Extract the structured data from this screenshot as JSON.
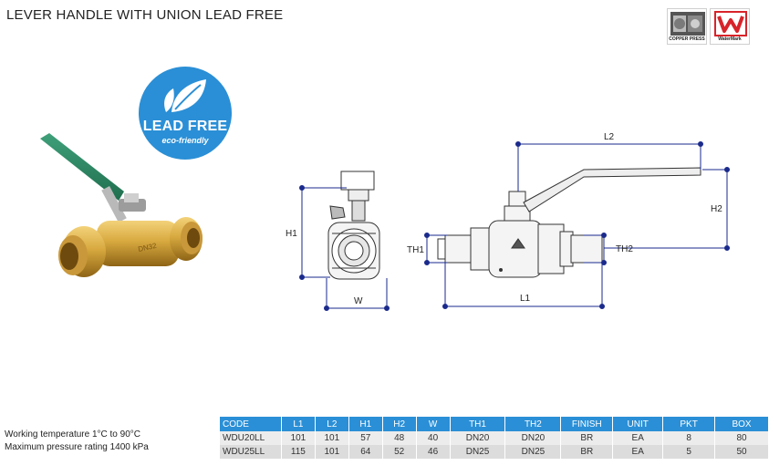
{
  "title": "LEVER HANDLE WITH UNION LEAD FREE",
  "logos": {
    "copper_press_label": "COPPER PRESS",
    "watermark_label": "WaterMark"
  },
  "badge": {
    "line1": "LEAD FREE",
    "line2": "eco-friendly",
    "color": "#2a8fd6"
  },
  "valve_marking": "DN32",
  "dimensions": {
    "h1": "H1",
    "w": "W",
    "th1": "TH1",
    "th2": "TH2",
    "l1": "L1",
    "l2": "L2",
    "h2": "H2"
  },
  "specs": [
    "Working temperature 1°C to 90°C",
    "Maximum pressure rating 1400 kPa"
  ],
  "table": {
    "header_color": "#2a8fd6",
    "columns": [
      "CODE",
      "L1",
      "L2",
      "H1",
      "H2",
      "W",
      "TH1",
      "TH2",
      "FINISH",
      "UNIT",
      "PKT",
      "BOX"
    ],
    "rows": [
      [
        "WDU20LL",
        "101",
        "101",
        "57",
        "48",
        "40",
        "DN20",
        "DN20",
        "BR",
        "EA",
        "8",
        "80"
      ],
      [
        "WDU25LL",
        "115",
        "101",
        "64",
        "52",
        "46",
        "DN25",
        "DN25",
        "BR",
        "EA",
        "5",
        "50"
      ]
    ]
  }
}
